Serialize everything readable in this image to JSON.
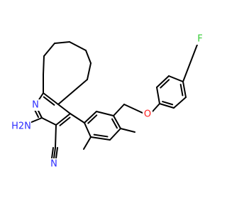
{
  "molecule": {
    "atom_labels": {
      "n_ring": "N",
      "amino": "H2N",
      "nitrile_n": "N",
      "ether_o": "O",
      "fluorine": "F"
    },
    "colors": {
      "bond": "#000000",
      "nitrogen": "#2D2DFF",
      "oxygen": "#FF2020",
      "fluorine": "#33CC33",
      "background": "#FFFFFF"
    }
  }
}
